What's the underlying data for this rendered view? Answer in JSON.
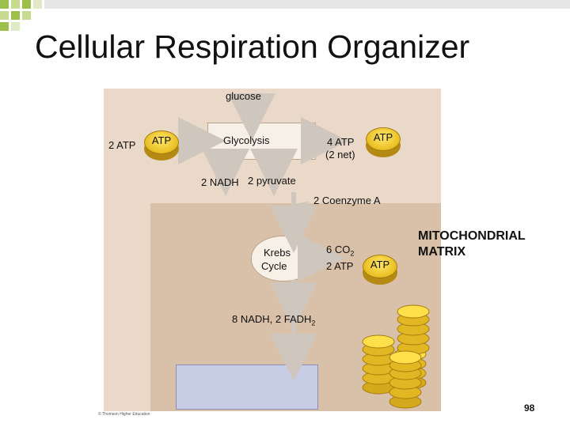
{
  "title": "Cellular Respiration Organizer",
  "labels": {
    "glucose": "glucose",
    "two_atp_left": "2 ATP",
    "glycolysis": "Glycolysis",
    "four_atp": "4 ATP",
    "two_net": "(2 net)",
    "two_nadh": "2 NADH",
    "two_pyruvate": "2 pyruvate",
    "coenzyme_a": "2 Coenzyme A",
    "krebs_line1": "Krebs",
    "krebs_line2": "Cycle",
    "six_co": "6 CO",
    "co_sub": "2",
    "two_atp_krebs": "2 ATP",
    "nadh_fadh": "8 NADH, 2 FADH",
    "fadh_sub": "2",
    "mito_line1": "MITOCHONDRIAL",
    "mito_line2": "MATRIX",
    "credit": "© Thomson Higher Education",
    "atp": "ATP"
  },
  "page_number": "98",
  "colors": {
    "panel": "#ead9c9",
    "matrix": "#d8c0a9",
    "box": "#f7f0e7",
    "coin": "#f2c530",
    "accent_green": "#8db52c"
  }
}
